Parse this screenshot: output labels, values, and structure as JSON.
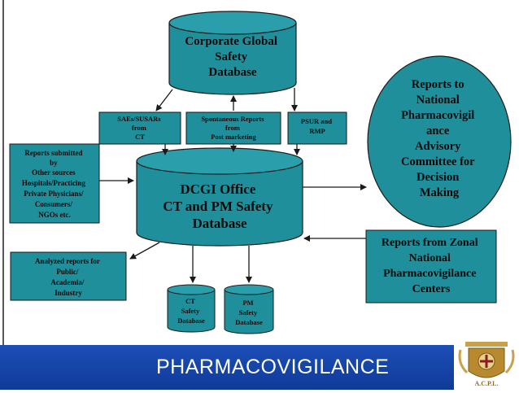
{
  "colors": {
    "teal": "#1f8f9b",
    "teal_dark": "#157782",
    "footer": "#1446a8",
    "line": "#1a1a1a"
  },
  "nodes": {
    "corporate": {
      "lines": [
        "Corporate Global",
        "Safety",
        "Database"
      ]
    },
    "saes": {
      "lines": [
        "SAEs/SUSARs",
        "from",
        "CT"
      ]
    },
    "spontaneous": {
      "lines": [
        "Spontaneous Reports",
        "from",
        "Post marketing"
      ]
    },
    "psur": {
      "lines": [
        "PSUR and",
        "RMP"
      ]
    },
    "other_sources": {
      "lines": [
        "Reports submitted",
        "by",
        "Other sources",
        "Hospitals/Practicing",
        "Private Physicians/",
        "Consumers/",
        "NGOs etc."
      ]
    },
    "dcgi": {
      "lines": [
        "DCGI Office",
        "CT and PM Safety",
        "Database"
      ]
    },
    "advisory": {
      "lines": [
        "Reports to",
        "National",
        "Pharmacovigil",
        "ance",
        "Advisory",
        "Committee for",
        "Decision",
        "Making"
      ]
    },
    "zonal": {
      "lines": [
        "Reports from Zonal",
        "National",
        "Pharmacovigilance",
        "Centers"
      ]
    },
    "analyzed": {
      "lines": [
        "Analyzed reports for",
        "Public/",
        "Academia/",
        "Industry"
      ]
    },
    "ct_db": {
      "lines": [
        "CT",
        "Safety",
        "Database"
      ]
    },
    "pm_db": {
      "lines": [
        "PM",
        "Safety",
        "Database"
      ]
    }
  },
  "footer": {
    "title": "PHARMACOVIGILANCE"
  },
  "logo": {
    "label": "A.C.P.L.",
    "icon": "emblem-logo"
  }
}
